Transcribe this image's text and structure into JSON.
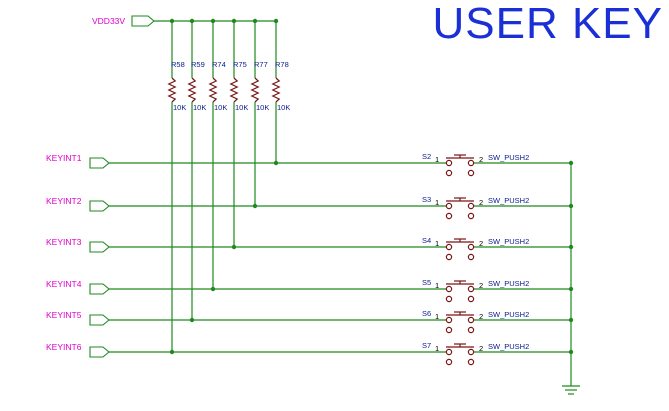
{
  "title": "USER KEY",
  "power_net": "VDD33V",
  "resistors": [
    {
      "ref": "R58",
      "value": "10K"
    },
    {
      "ref": "R59",
      "value": "10K"
    },
    {
      "ref": "R74",
      "value": "10K"
    },
    {
      "ref": "R75",
      "value": "10K"
    },
    {
      "ref": "R77",
      "value": "10K"
    },
    {
      "ref": "R78",
      "value": "10K"
    }
  ],
  "keys": [
    {
      "net": "KEYINT1",
      "switch": "S2",
      "part": "SW_PUSH2",
      "pin1": "1",
      "pin2": "2"
    },
    {
      "net": "KEYINT2",
      "switch": "S3",
      "part": "SW_PUSH2",
      "pin1": "1",
      "pin2": "2"
    },
    {
      "net": "KEYINT3",
      "switch": "S4",
      "part": "SW_PUSH2",
      "pin1": "1",
      "pin2": "2"
    },
    {
      "net": "KEYINT4",
      "switch": "S5",
      "part": "SW_PUSH2",
      "pin1": "1",
      "pin2": "2"
    },
    {
      "net": "KEYINT5",
      "switch": "S6",
      "part": "SW_PUSH2",
      "pin1": "1",
      "pin2": "2"
    },
    {
      "net": "KEYINT6",
      "switch": "S7",
      "part": "SW_PUSH2",
      "pin1": "1",
      "pin2": "2"
    }
  ]
}
